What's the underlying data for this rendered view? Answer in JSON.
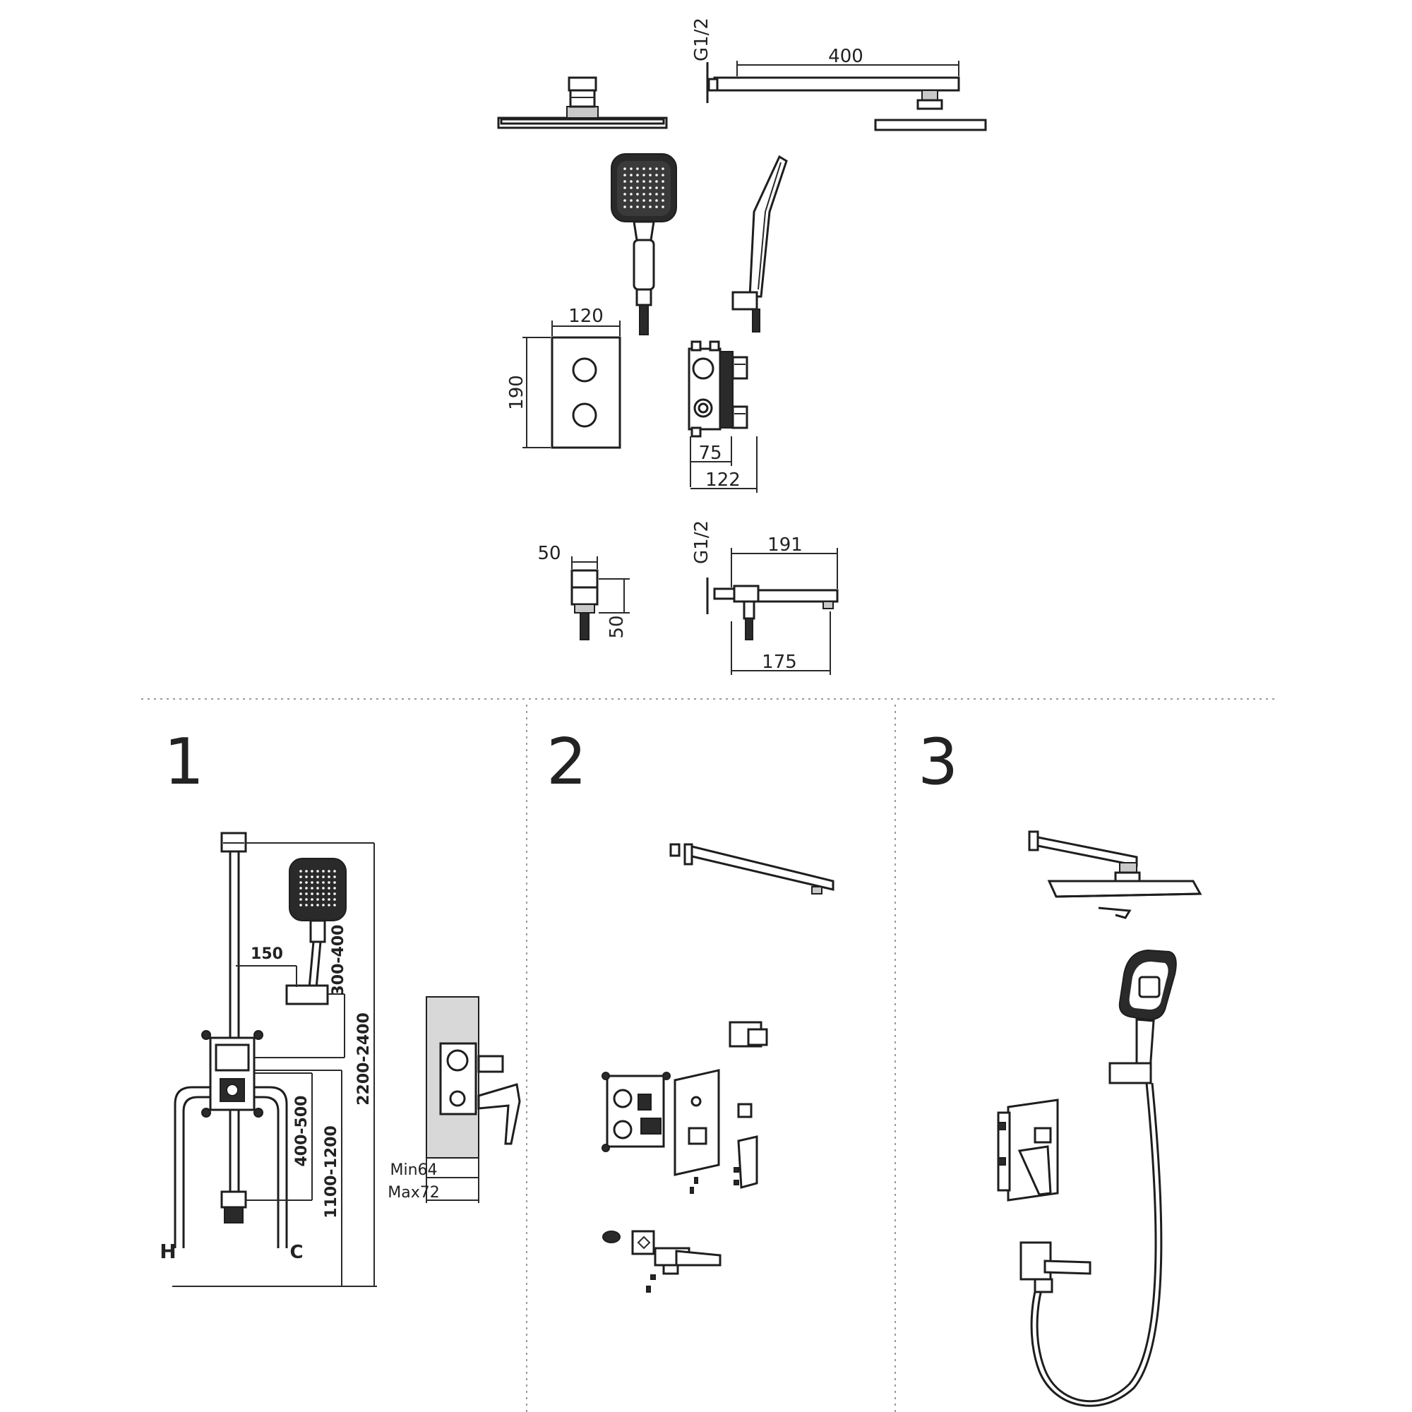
{
  "top_dimensions": {
    "arm_thread": "G1/2",
    "arm_length": "400",
    "plate_width": "120",
    "plate_height": "190",
    "box_depth_min": "75",
    "box_depth_max": "122",
    "holder_width": "50",
    "holder_height": "50",
    "spout_thread": "G1/2",
    "spout_length": "191",
    "spout_reach": "175"
  },
  "steps": [
    {
      "number": "1"
    },
    {
      "number": "2"
    },
    {
      "number": "3"
    }
  ],
  "install_dimensions": {
    "holder_offset": "150",
    "holder_height": "300-400",
    "overall_height": "2200-2400",
    "spout_to_valve": "400-500",
    "valve_height": "1100-1200",
    "wall_min": "Min64",
    "wall_max": "Max72",
    "hot_label": "H",
    "cold_label": "C"
  },
  "colors": {
    "line": "#1e1e1e",
    "separator": "#9a9a9a",
    "background": "#ffffff"
  }
}
